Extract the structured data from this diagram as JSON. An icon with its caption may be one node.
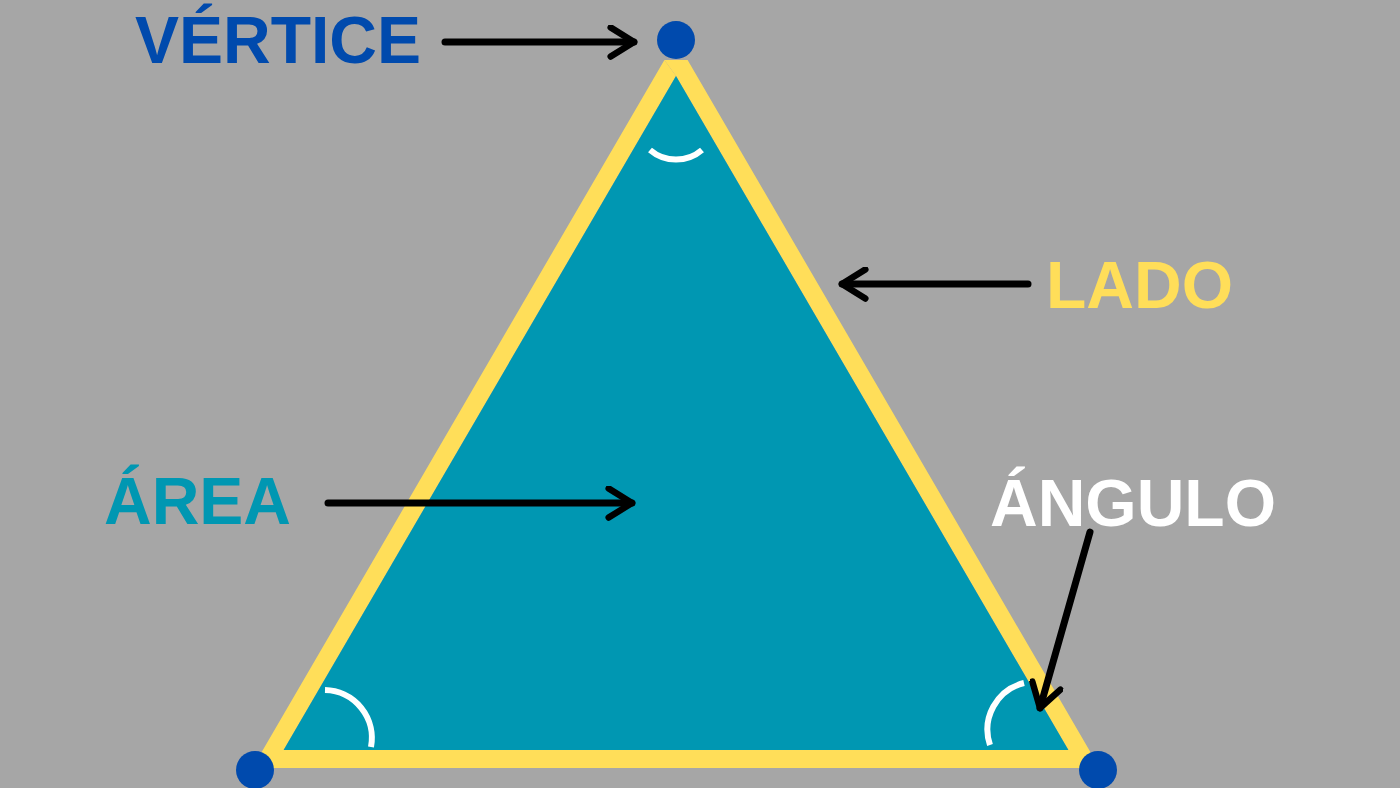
{
  "diagram": {
    "nodes": [
      {
        "text": [
          "VÉRTICE"
        ]
      },
      {
        "text": [],
        "shape": "circle"
      },
      {
        "text": [
          "LADO"
        ]
      },
      {
        "text": [],
        "shape": "line"
      },
      {
        "text": [
          "ÁREA"
        ]
      },
      {
        "text": [],
        "shape": "triangle"
      },
      {
        "text": [
          "ÁNGULO"
        ]
      },
      {
        "text": [],
        "shape": "arc",
        "in": 5
      },
      {
        "text": [],
        "shape": "circle"
      },
      {
        "text": [],
        "shape": "circle"
      }
    ],
    "edges": [
      {
        "from": 0,
        "to": 1,
        "arrow": "to"
      },
      {
        "from": 2,
        "to": 3,
        "arrow": "to"
      },
      {
        "from": 4,
        "to": 5,
        "arrow": "to"
      },
      {
        "from": 6,
        "to": 7,
        "arrow": "to"
      }
    ]
  }
}
